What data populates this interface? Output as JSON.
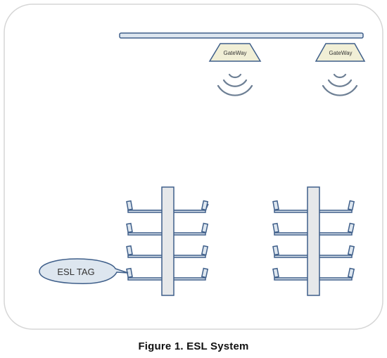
{
  "figure": {
    "caption": "Figure 1. ESL System"
  },
  "gateways": [
    {
      "label": "GateWay"
    },
    {
      "label": "GateWay"
    }
  ],
  "esl_tag": {
    "label": "ESL TAG"
  },
  "shelves": {
    "count": 2,
    "tiers_per_shelf": 4
  },
  "colors": {
    "frame_border": "#d6d6d6",
    "line": "#3f5f8a",
    "fill_light": "#dde6ef",
    "gateway_fill": "#f1efd6",
    "post_fill": "#e6e8ea",
    "signal": "#6d7f94",
    "text": "#333333"
  }
}
